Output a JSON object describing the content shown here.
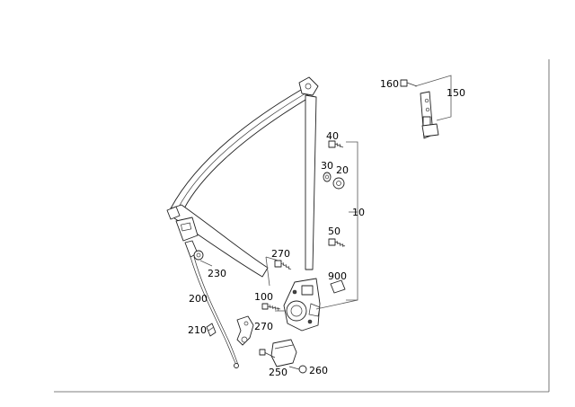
{
  "labels": {
    "p160": "160",
    "p150": "150",
    "p40": "40",
    "p30": "30",
    "p20": "20",
    "p10": "10",
    "p50": "50",
    "p270a": "270",
    "p230": "230",
    "p900": "900",
    "p200": "200",
    "p100": "100",
    "p270b": "270",
    "p210": "210",
    "p250": "250",
    "p260": "260"
  }
}
